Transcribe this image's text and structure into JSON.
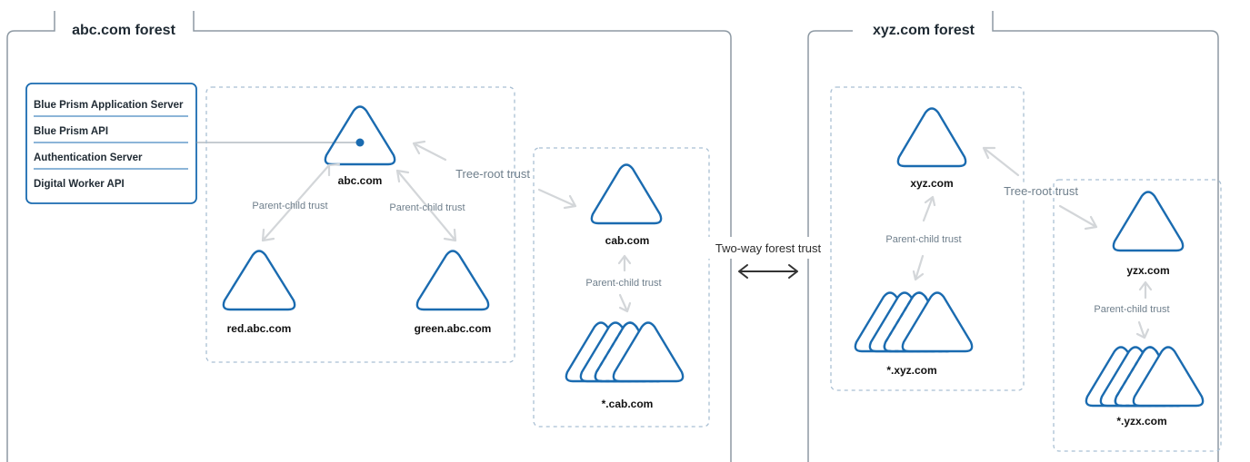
{
  "forests": {
    "abc": {
      "title": "abc.com forest"
    },
    "xyz": {
      "title": "xyz.com forest"
    }
  },
  "services": [
    "Blue Prism Application Server",
    "Blue Prism API",
    "Authentication Server",
    "Digital Worker API"
  ],
  "nodes": {
    "abc": "abc.com",
    "red": "red.abc.com",
    "green": "green.abc.com",
    "cab": "cab.com",
    "cab_wild": "*.cab.com",
    "xyz": "xyz.com",
    "xyz_wild": "*.xyz.com",
    "yzx": "yzx.com",
    "yzx_wild": "*.yzx.com"
  },
  "trusts": {
    "parent_child": "Parent-child trust",
    "tree_root": "Tree-root trust",
    "two_way_forest": "Two-way forest trust"
  },
  "colors": {
    "domain_blue": "#1a6bb0",
    "zone_border": "#a9bfd3",
    "arrow_gray": "#d3d6d9",
    "forest_border": "#8d99a3"
  }
}
